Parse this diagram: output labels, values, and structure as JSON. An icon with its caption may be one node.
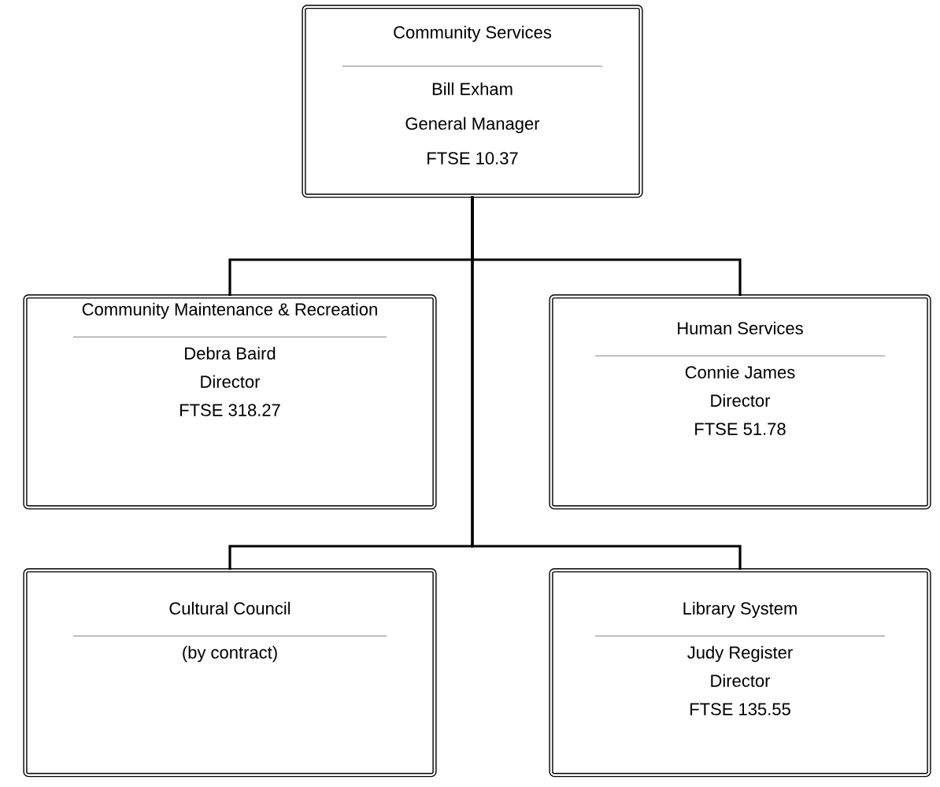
{
  "diagram": {
    "nodes": [
      {
        "text": [
          "Community Services",
          "Bill Exham",
          "General Manager",
          "FTSE 10.37"
        ]
      },
      {
        "text": [
          "Community Maintenance & Recreation",
          "Debra Baird",
          "Director",
          "FTSE 318.27"
        ]
      },
      {
        "text": [
          "Human Services",
          "Connie James",
          "Director",
          "FTSE 51.78"
        ]
      },
      {
        "text": [
          "Cultural Council",
          "(by contract)"
        ]
      },
      {
        "text": [
          "Library System",
          "Judy Register",
          "Director",
          "FTSE 135.55"
        ]
      }
    ],
    "edges": [
      {
        "from": 0,
        "to": 1,
        "arrow": "none"
      },
      {
        "from": 0,
        "to": 2,
        "arrow": "none"
      },
      {
        "from": 0,
        "to": 3,
        "arrow": "none"
      },
      {
        "from": 0,
        "to": 4,
        "arrow": "none"
      }
    ]
  }
}
